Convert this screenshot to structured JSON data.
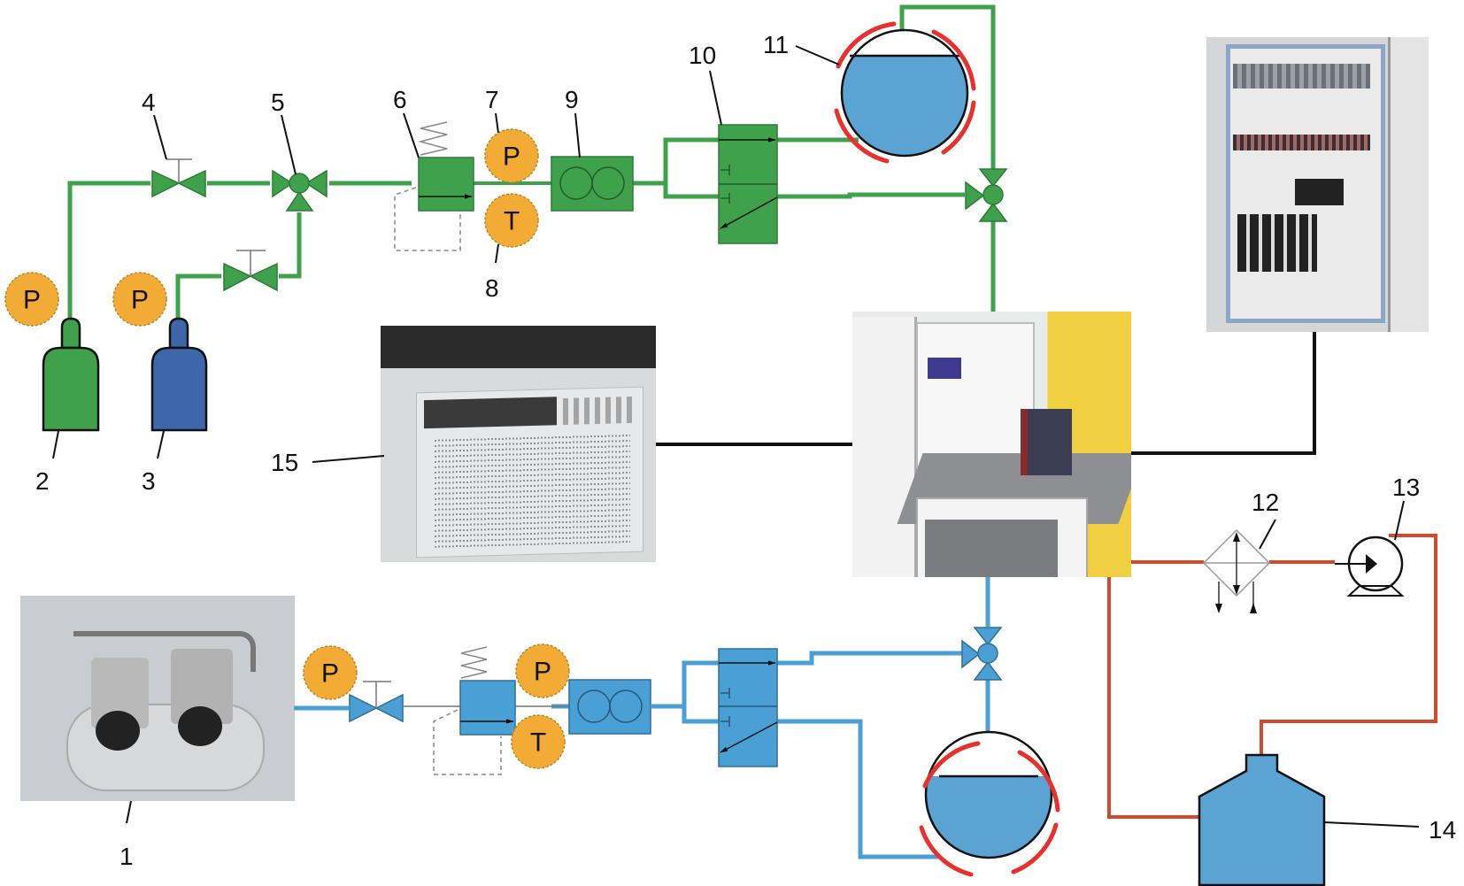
{
  "figure": {
    "description": "Schematic of PEM fuel cell test system with hydrogen (anode) line, air (cathode) line and coolant loop",
    "colors": {
      "hydrogen_line": "#3fa14b",
      "air_line": "#4a9fd4",
      "coolant_line": "#d24a2c",
      "signal_line": "#111111",
      "gauge_fill": "#f2ab35",
      "tank_water": "#5aa3d3",
      "heater_band": "#e8302c",
      "h2_cylinder": "#3fa14b",
      "n2_cylinder": "#3d67a8"
    }
  },
  "labels": {
    "n1": "1",
    "n2": "2",
    "n3": "3",
    "n4": "4",
    "n5": "5",
    "n6": "6",
    "n7": "7",
    "n8": "8",
    "n9": "9",
    "n10": "10",
    "n11": "11",
    "n12": "12",
    "n13": "13",
    "n14": "14",
    "n15": "15"
  },
  "gauges": {
    "pressure": "P",
    "temperature": "T"
  },
  "photos": {
    "dc_load": "electronic-load-photo",
    "test_bench": "test-bench-photo",
    "control_cabinet": "control-cabinet-photo",
    "air_compressor": "air-compressor-photo"
  }
}
